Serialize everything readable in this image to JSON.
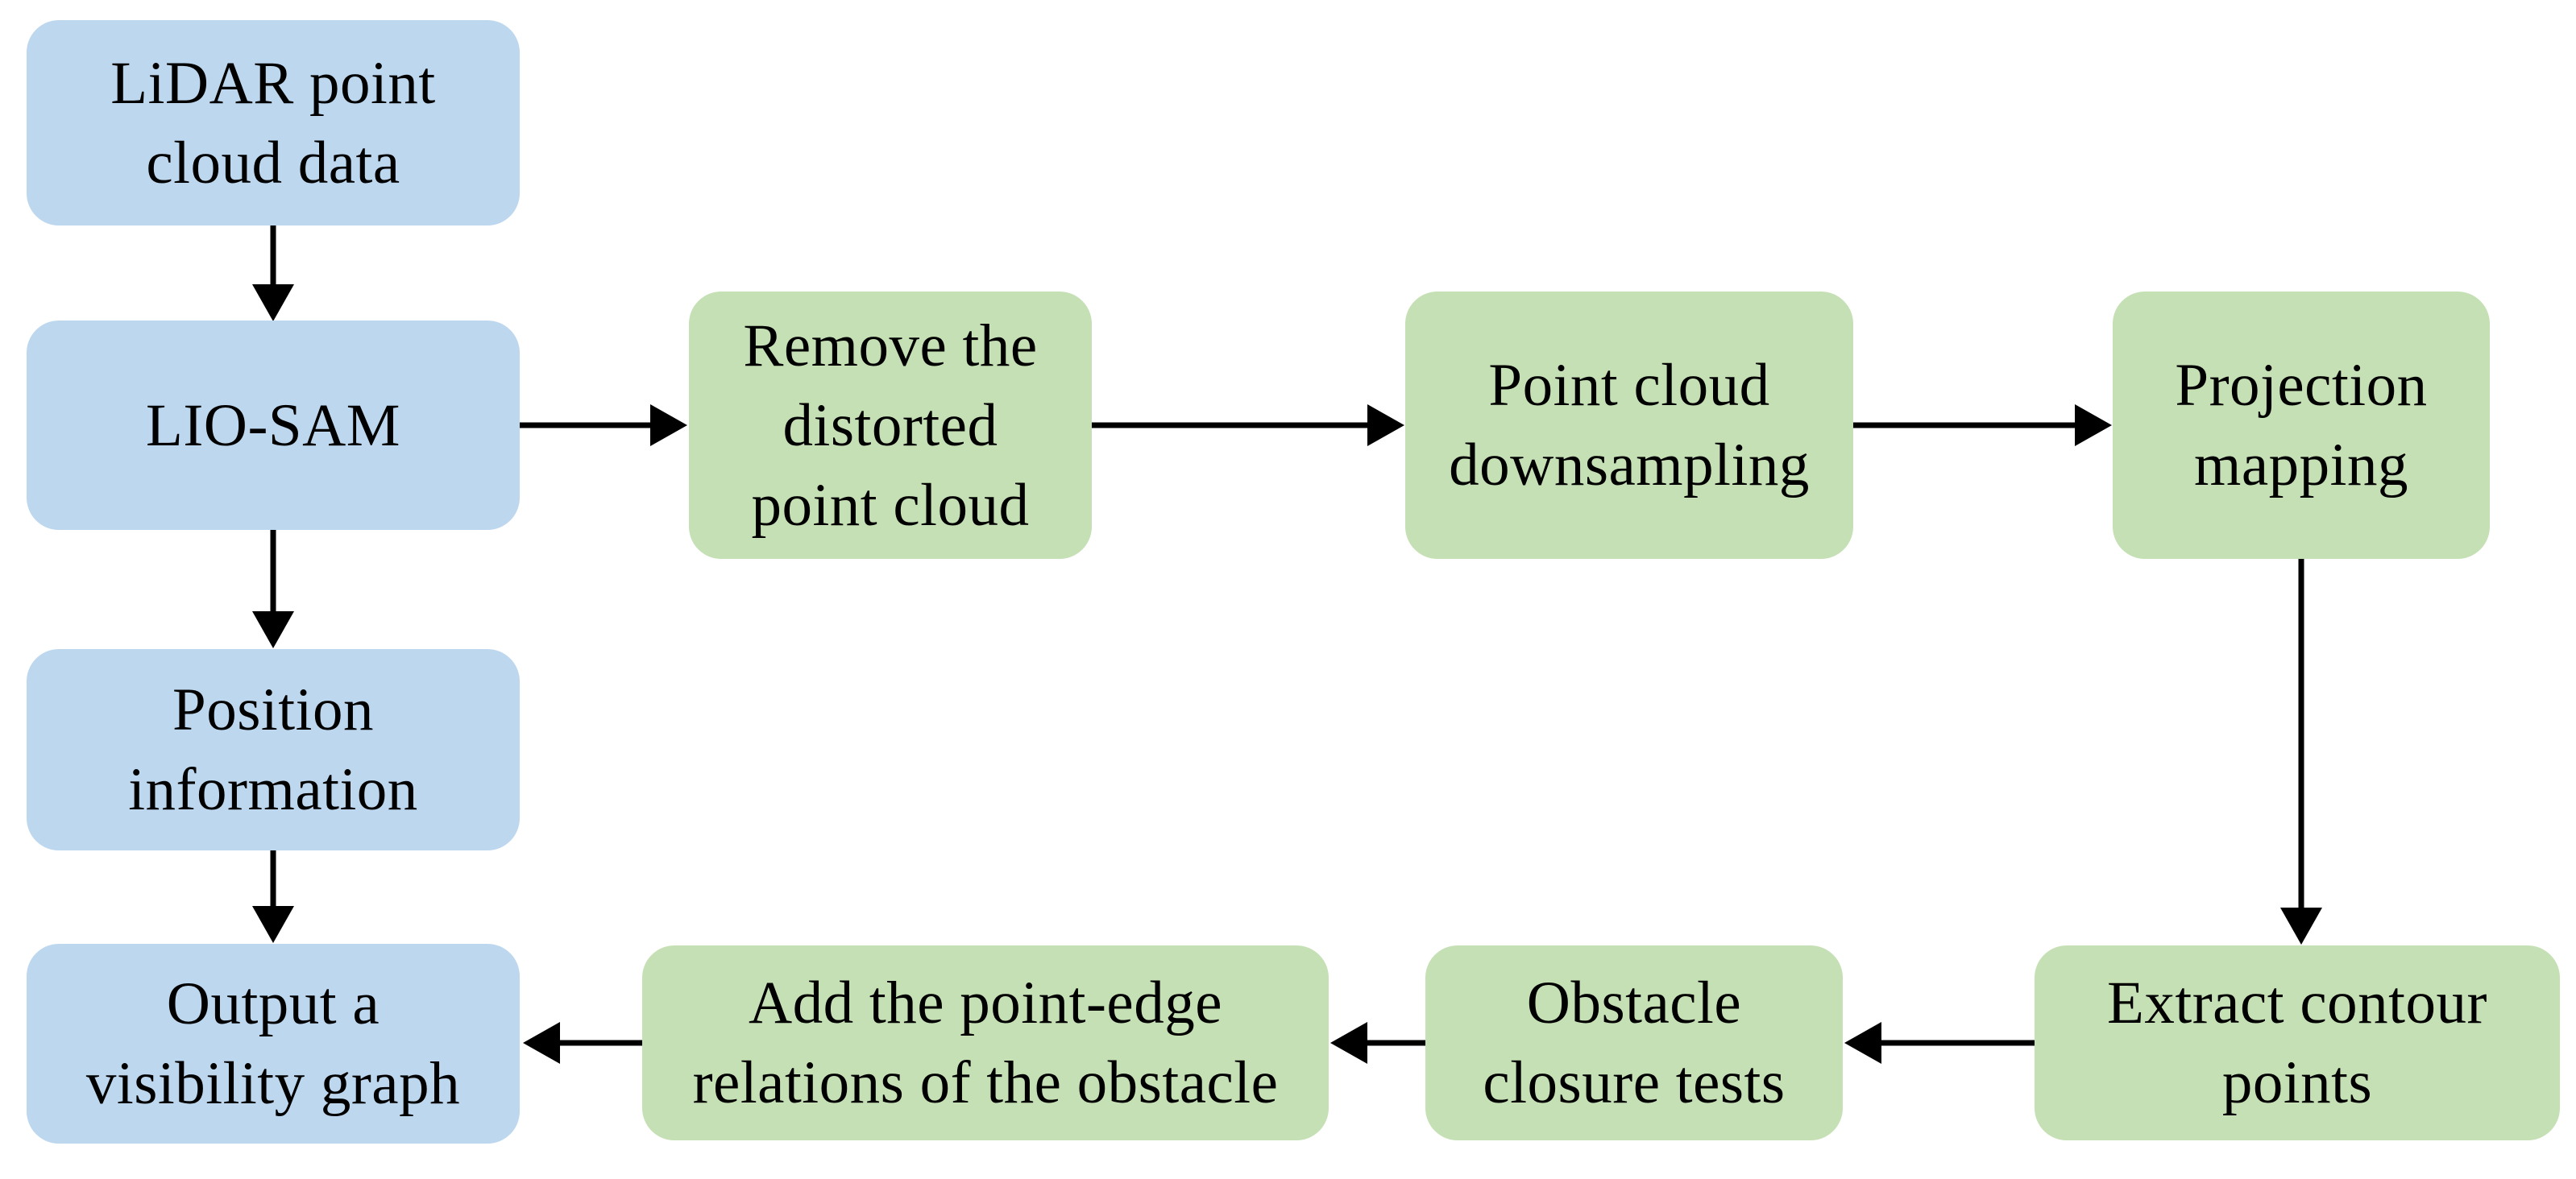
{
  "diagram": {
    "type": "flowchart",
    "colors": {
      "input_node_fill": "#bdd7ee",
      "process_node_fill": "#c5e0b4",
      "arrow_color": "#000000",
      "text_color": "#000000",
      "background": "#ffffff"
    },
    "nodes": [
      {
        "id": "lidar",
        "type": "input",
        "label": "LiDAR point\ncloud data"
      },
      {
        "id": "liosam",
        "type": "input",
        "label": "LIO-SAM"
      },
      {
        "id": "position",
        "type": "input",
        "label": "Position\ninformation"
      },
      {
        "id": "output",
        "type": "input",
        "label": "Output a\nvisibility graph"
      },
      {
        "id": "remove",
        "type": "process",
        "label": "Remove the\ndistorted\npoint cloud"
      },
      {
        "id": "downsample",
        "type": "process",
        "label": "Point cloud\ndownsampling"
      },
      {
        "id": "projection",
        "type": "process",
        "label": "Projection\nmapping"
      },
      {
        "id": "pointedge",
        "type": "process",
        "label": "Add the point-edge\nrelations of the obstacle"
      },
      {
        "id": "closure",
        "type": "process",
        "label": "Obstacle\nclosure tests"
      },
      {
        "id": "extract",
        "type": "process",
        "label": "Extract contour\npoints"
      }
    ],
    "edges": [
      {
        "from": "lidar",
        "to": "liosam"
      },
      {
        "from": "liosam",
        "to": "remove"
      },
      {
        "from": "remove",
        "to": "downsample"
      },
      {
        "from": "downsample",
        "to": "projection"
      },
      {
        "from": "projection",
        "to": "extract"
      },
      {
        "from": "extract",
        "to": "closure"
      },
      {
        "from": "closure",
        "to": "pointedge"
      },
      {
        "from": "pointedge",
        "to": "output"
      },
      {
        "from": "liosam",
        "to": "position"
      },
      {
        "from": "position",
        "to": "output"
      }
    ]
  }
}
